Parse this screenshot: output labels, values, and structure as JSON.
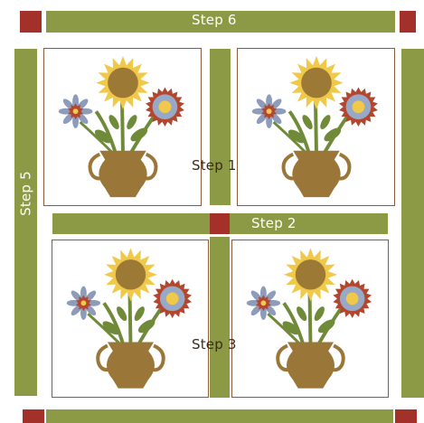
{
  "colors": {
    "sash": "#8c9a46",
    "cornerstone": "#a4302a",
    "block_border": "#8a5a3a",
    "sunflower_petal": "#f0c84a",
    "sunflower_center": "#9c7a35",
    "vase": "#9a7638",
    "leaf": "#6f8a38",
    "red_flower": "#b2472f",
    "blue_flower": "#98a9c8",
    "small_petal": "#8e9cbc"
  },
  "labels": {
    "step1": "Step 1",
    "step2": "Step 2",
    "step3": "Step 3",
    "step5": "Step 5",
    "step6": "Step 6"
  },
  "blocks": [
    {
      "motif": "flower-vase-applique"
    },
    {
      "motif": "flower-vase-applique"
    },
    {
      "motif": "flower-vase-applique"
    },
    {
      "motif": "flower-vase-applique"
    }
  ]
}
